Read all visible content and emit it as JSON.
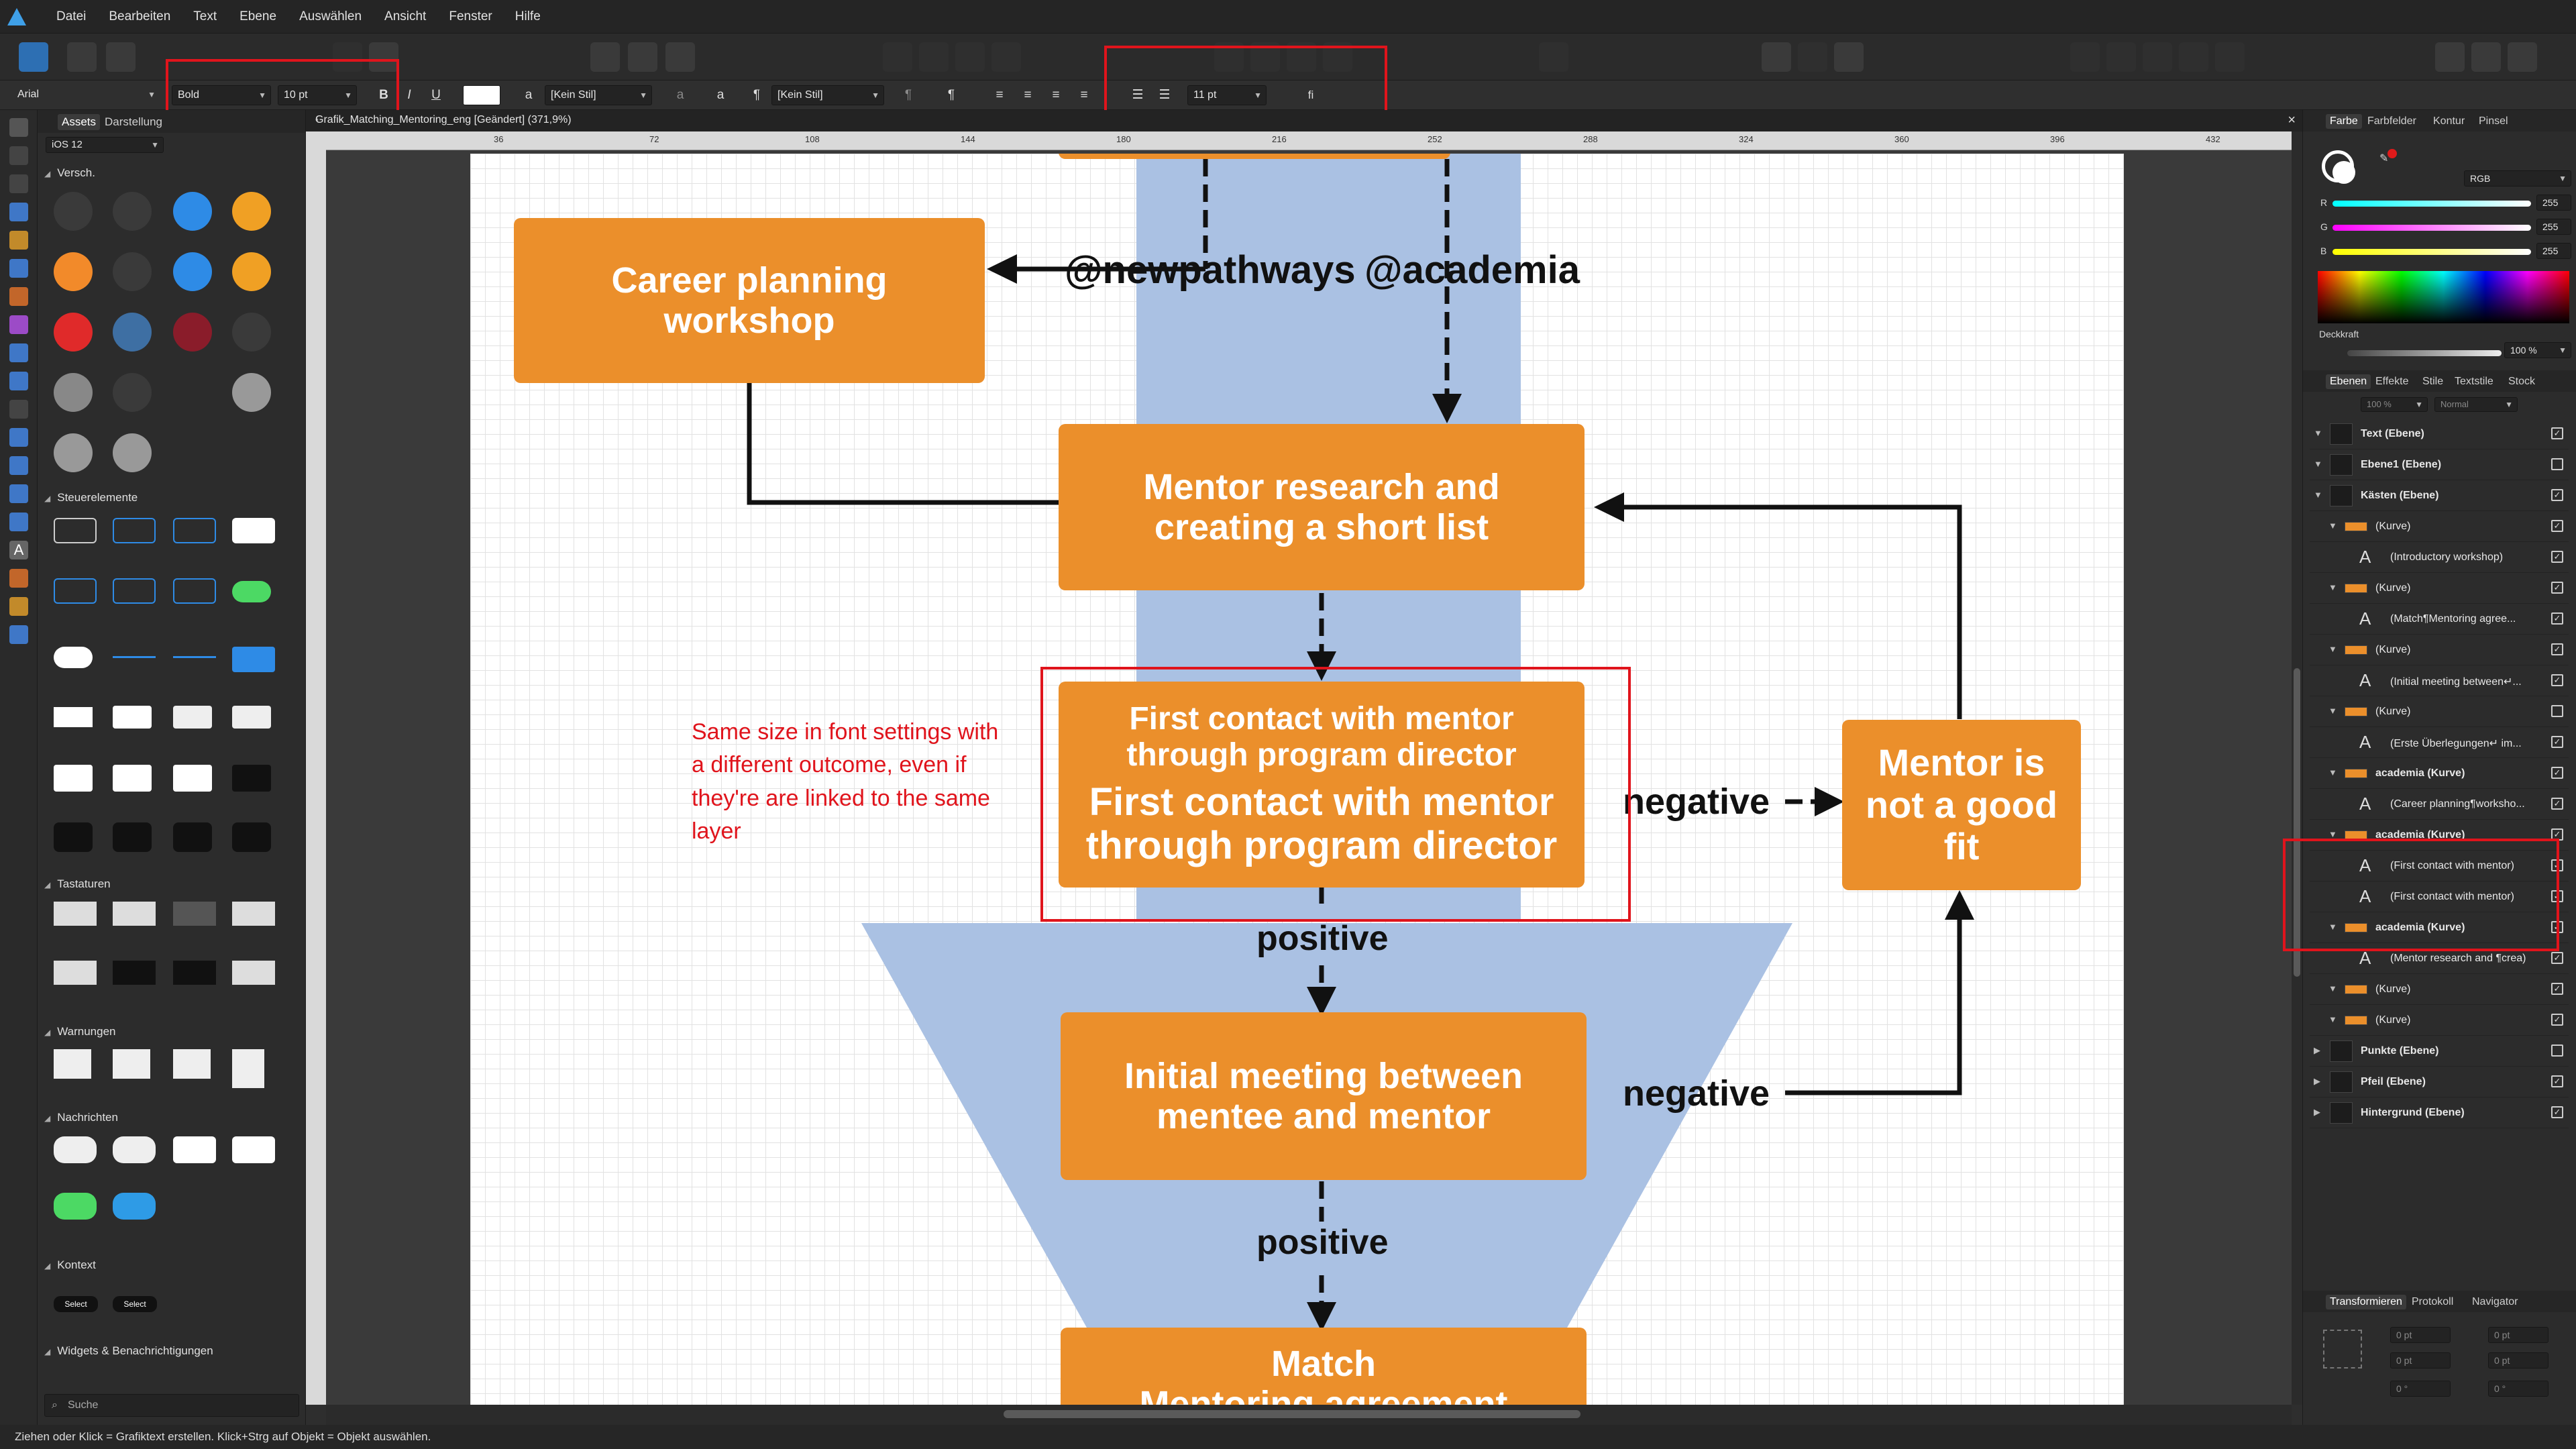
{
  "menu": [
    "Datei",
    "Bearbeiten",
    "Text",
    "Ebene",
    "Auswählen",
    "Ansicht",
    "Fenster",
    "Hilfe"
  ],
  "context": {
    "font_family": "Arial",
    "font_style": "Bold",
    "font_size": "10 pt",
    "bold": "B",
    "italic": "I",
    "underline": "U",
    "char_style": "[Kein Stil]",
    "para_style": "[Kein Stil]",
    "list_size": "11 pt",
    "ligature": "fi"
  },
  "assets": {
    "tabs": [
      "Assets",
      "Darstellung"
    ],
    "set": "iOS 12",
    "sections": [
      "Versch.",
      "Steuerelemente",
      "Tastaturen",
      "Warnungen",
      "Nachrichten",
      "Kontext",
      "Widgets & Benachrichtigungen"
    ],
    "context_buttons": [
      "Select",
      "Select"
    ],
    "search_placeholder": "Suche"
  },
  "document": {
    "tab_title": "Grafik_Matching_Mentoring_eng [Geändert] (371,9%)",
    "ruler_ticks": [
      "36",
      "72",
      "108",
      "144",
      "180",
      "216",
      "252",
      "288",
      "324",
      "360",
      "396",
      "432"
    ]
  },
  "flowchart": {
    "career": "Career planning workshop",
    "mentor_research": "Mentor research and creating a short list",
    "first_contact_a": "First contact with mentor through program director",
    "first_contact_b": "First contact with mentor through program director",
    "not_fit": "Mentor is not a good fit",
    "initial_meeting": "Initial meeting between mentee and mentor",
    "match": "Match",
    "match_sub": "Mentoring agreement",
    "handle_new": "@newpathways",
    "handle_acad": "@academia",
    "negative1": "negative",
    "negative2": "negative",
    "positive1": "positive",
    "positive2": "positive",
    "note": "Same size in font settings with a different outcome, even if they're are linked to the same layer"
  },
  "color_panel": {
    "tabs": [
      "Farbe",
      "Farbfelder",
      "Kontur",
      "Pinsel"
    ],
    "model": "RGB",
    "r": "255",
    "g": "255",
    "b": "255",
    "opacity_label": "Deckkraft",
    "opacity": "100 %"
  },
  "layers_panel": {
    "tabs": [
      "Ebenen",
      "Effekte",
      "Stile",
      "Textstile",
      "Stock"
    ],
    "opacity": "100 %",
    "blend": "Normal",
    "rows": [
      {
        "name": "Text (Ebene)",
        "bold": true,
        "indent": 0,
        "checked": true
      },
      {
        "name": "Ebene1 (Ebene)",
        "bold": true,
        "indent": 0,
        "checked": false
      },
      {
        "name": "Kästen (Ebene)",
        "bold": true,
        "indent": 0,
        "checked": true
      },
      {
        "name": "(Kurve)",
        "bold": false,
        "indent": 1,
        "checked": true
      },
      {
        "name": "(Introductory workshop)",
        "bold": false,
        "indent": 2,
        "checked": true
      },
      {
        "name": "(Kurve)",
        "bold": false,
        "indent": 1,
        "checked": true
      },
      {
        "name": "(Match¶Mentoring agree...",
        "bold": false,
        "indent": 2,
        "checked": true
      },
      {
        "name": "(Kurve)",
        "bold": false,
        "indent": 1,
        "checked": true
      },
      {
        "name": "(Initial meeting between↵...",
        "bold": false,
        "indent": 2,
        "checked": true
      },
      {
        "name": "(Kurve)",
        "bold": false,
        "indent": 1,
        "checked": false
      },
      {
        "name": "(Erste Überlegungen↵ im...",
        "bold": false,
        "indent": 2,
        "checked": true
      },
      {
        "name": "academia (Kurve)",
        "bold": true,
        "indent": 1,
        "checked": true
      },
      {
        "name": "(Career planning¶worksho...",
        "bold": false,
        "indent": 2,
        "checked": true
      },
      {
        "name": "academia (Kurve)",
        "bold": true,
        "indent": 1,
        "checked": true
      },
      {
        "name": "(First contact with mentor)",
        "bold": false,
        "indent": 2,
        "checked": true
      },
      {
        "name": "(First contact with mentor)",
        "bold": false,
        "indent": 2,
        "checked": true
      },
      {
        "name": "academia (Kurve)",
        "bold": true,
        "indent": 1,
        "checked": true
      },
      {
        "name": "(Mentor research and ¶crea)",
        "bold": false,
        "indent": 2,
        "checked": true
      },
      {
        "name": "(Kurve)",
        "bold": false,
        "indent": 1,
        "checked": true
      },
      {
        "name": "(Kurve)",
        "bold": false,
        "indent": 1,
        "checked": true
      },
      {
        "name": "Punkte (Ebene)",
        "bold": true,
        "indent": 0,
        "checked": false
      },
      {
        "name": "Pfeil (Ebene)",
        "bold": true,
        "indent": 0,
        "checked": true
      },
      {
        "name": "Hintergrund (Ebene)",
        "bold": true,
        "indent": 0,
        "checked": true
      }
    ]
  },
  "transform_panel": {
    "tabs": [
      "Transformieren",
      "Protokoll",
      "Navigator"
    ],
    "x": "0 pt",
    "y": "0 pt",
    "w": "0 pt",
    "h": "0 pt",
    "r": "0 °",
    "s": "0 °"
  },
  "status": {
    "text": "Ziehen oder Klick = Grafiktext erstellen. Klick+Strg auf Objekt = Objekt auswählen."
  }
}
